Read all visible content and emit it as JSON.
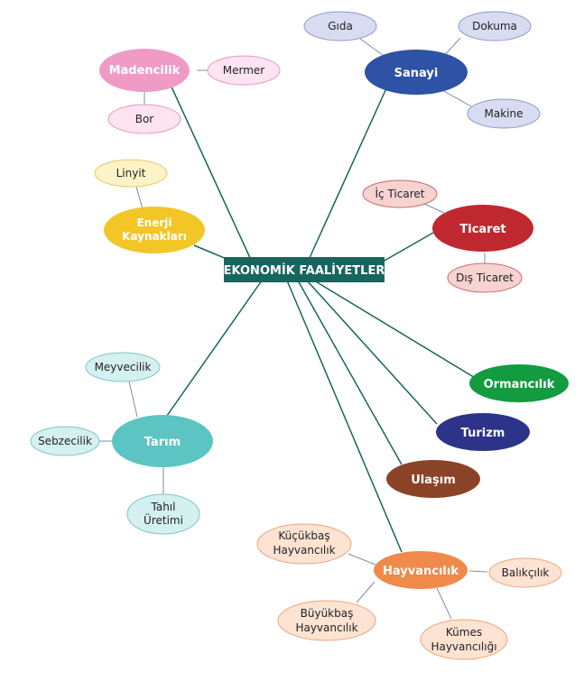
{
  "center": {
    "label": "EKONOMİK FAALİYETLER",
    "color": "#17655f"
  },
  "branches": {
    "madencilik": {
      "label": "Madencilik",
      "color": "#f09ac6",
      "children": {
        "mermer": "Mermer",
        "bor": "Bor"
      }
    },
    "sanayi": {
      "label": "Sanayi",
      "color": "#2e52a6",
      "children": {
        "gida": "Gıda",
        "dokuma": "Dokuma",
        "makine": "Makine"
      }
    },
    "enerji": {
      "label_line1": "Enerji",
      "label_line2": "Kaynakları",
      "color": "#f2c626",
      "children": {
        "linyit": "Linyit"
      }
    },
    "ticaret": {
      "label": "Ticaret",
      "color": "#c0282f",
      "children": {
        "ic": "İç Ticaret",
        "dis": "Dış Ticaret"
      }
    },
    "ormancilik": {
      "label": "Ormancılık",
      "color": "#129b3f"
    },
    "turizm": {
      "label": "Turizm",
      "color": "#2d3388"
    },
    "ulasim": {
      "label": "Ulaşım",
      "color": "#8b4327"
    },
    "tarim": {
      "label": "Tarım",
      "color": "#5cc4c2",
      "children": {
        "meyvecilik": "Meyvecilik",
        "sebzecilik": "Sebzecilik",
        "tahil_line1": "Tahıl",
        "tahil_line2": "Üretimi"
      }
    },
    "hayvancilik": {
      "label": "Hayvancılık",
      "color": "#f08a4a",
      "children": {
        "kucukbas_line1": "Küçükbaş",
        "kucukbas_line2": "Hayvancılık",
        "buyukbas_line1": "Büyükbaş",
        "buyukbas_line2": "Hayvancılık",
        "kumes_line1": "Kümes",
        "kumes_line2": "Hayvancılığı",
        "balikcilik": "Balıkçılık"
      }
    }
  }
}
